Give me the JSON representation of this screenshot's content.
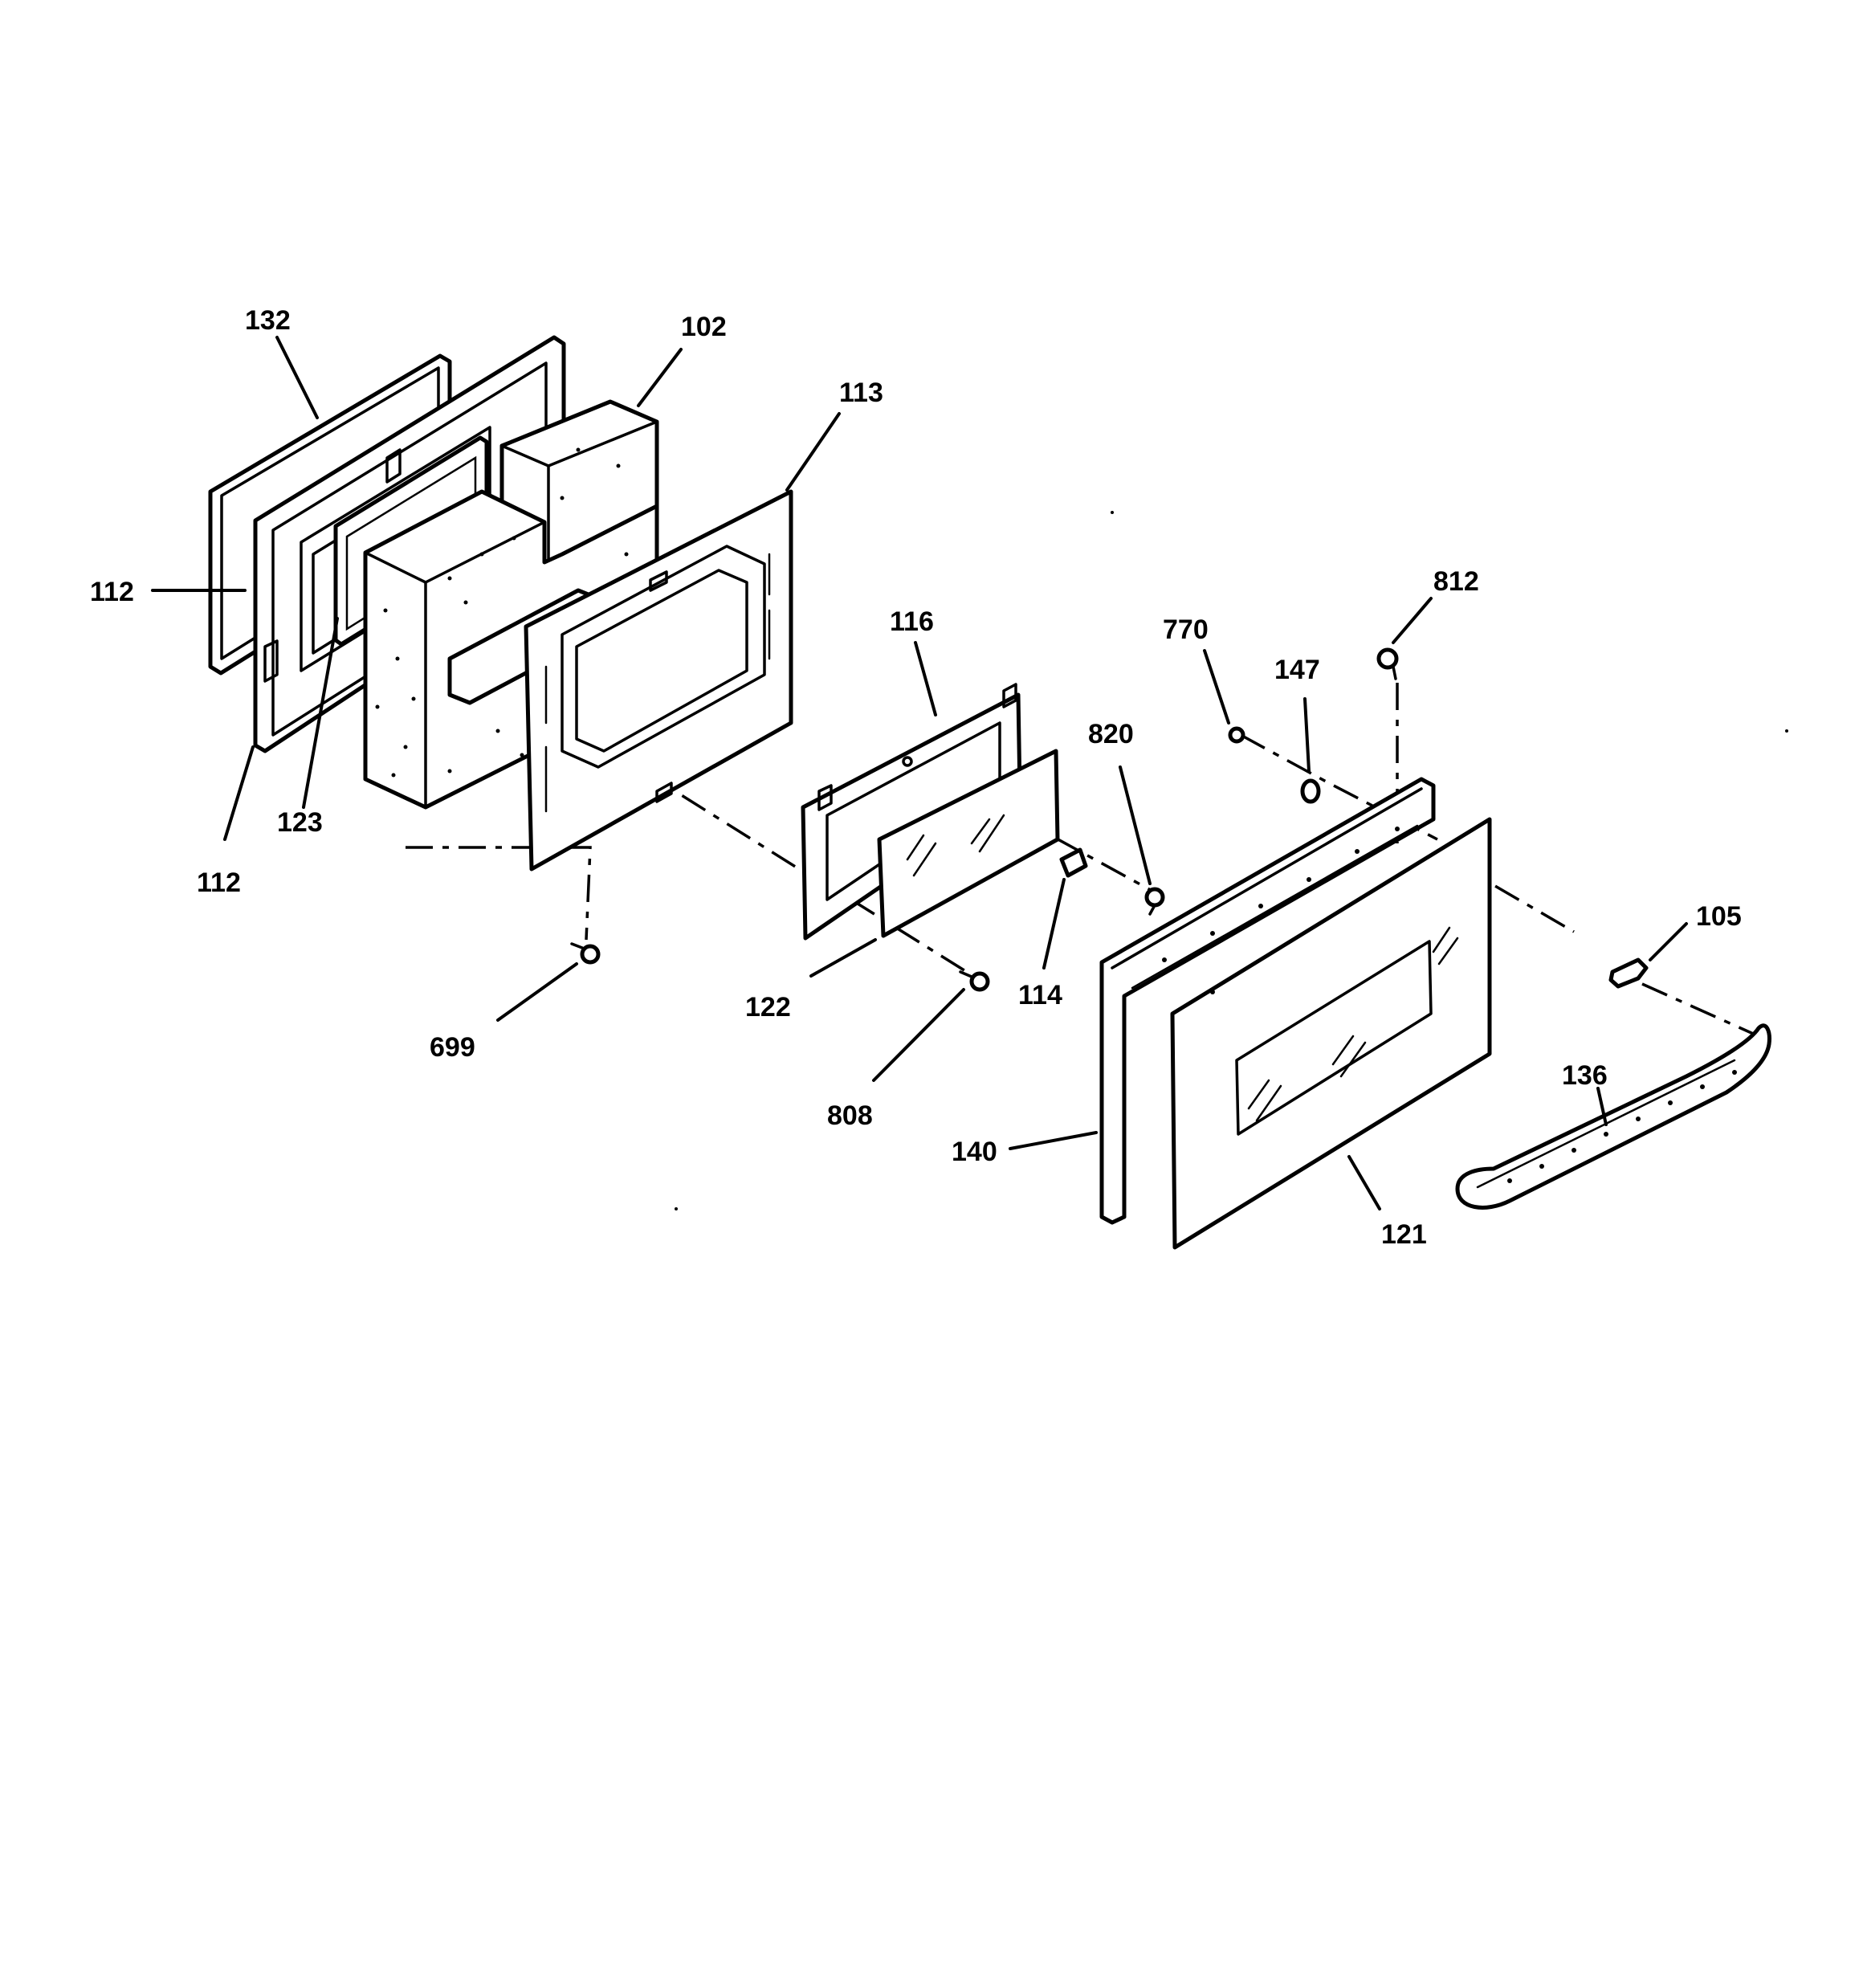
{
  "diagram": {
    "callouts": {
      "c132": "132",
      "c102": "102",
      "c113": "113",
      "c112a": "112",
      "c112b": "112",
      "c123": "123",
      "c116": "116",
      "c770": "770",
      "c812": "812",
      "c147": "147",
      "c820": "820",
      "c122": "122",
      "c114": "114",
      "c105": "105",
      "c699": "699",
      "c808": "808",
      "c136": "136",
      "c140": "140",
      "c121": "121"
    }
  }
}
